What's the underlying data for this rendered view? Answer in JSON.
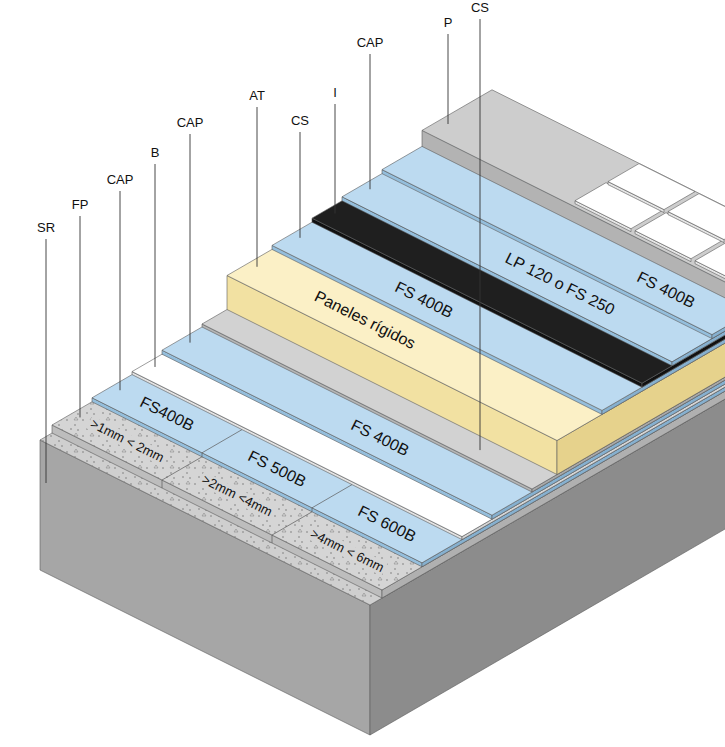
{
  "diagram": {
    "labels": [
      "SR",
      "FP",
      "CAP",
      "B",
      "CAP",
      "AT",
      "CS",
      "I",
      "CAP",
      "P",
      "CS",
      ">1mm < 2mm",
      ">2mm <4mm",
      ">4mm < 6mm",
      "FS400B",
      "FS 500B",
      "FS 600B",
      "FS 400B",
      "Paneles rígidos",
      "FS 400B",
      "LP 120 o FS 250",
      "FS 400B"
    ]
  }
}
